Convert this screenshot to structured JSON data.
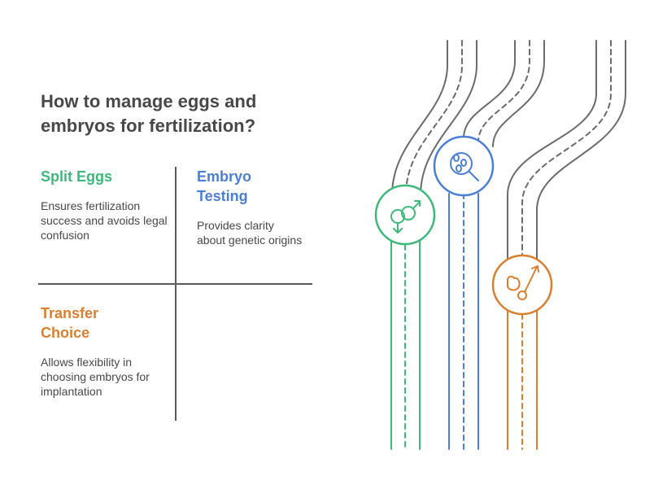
{
  "title": "How to manage eggs and embryos for fertilization?",
  "colors": {
    "green": "#3dba79",
    "blue": "#4a7fd8",
    "orange": "#d97f2d",
    "gray": "#6b6b6b",
    "text": "#484848"
  },
  "options": [
    {
      "title": "Split Eggs",
      "description": "Ensures fertilization success and avoids legal confusion",
      "color": "#3dba79",
      "icon": "gender-symbols-icon"
    },
    {
      "title": "Embryo Testing",
      "description": "Provides clarity about genetic origins",
      "color": "#4a7fd8",
      "icon": "magnifier-cells-icon"
    },
    {
      "title": "Transfer Choice",
      "description": "Allows flexibility in choosing embryos for implantation",
      "color": "#d97f2d",
      "icon": "bird-selection-icon"
    }
  ]
}
